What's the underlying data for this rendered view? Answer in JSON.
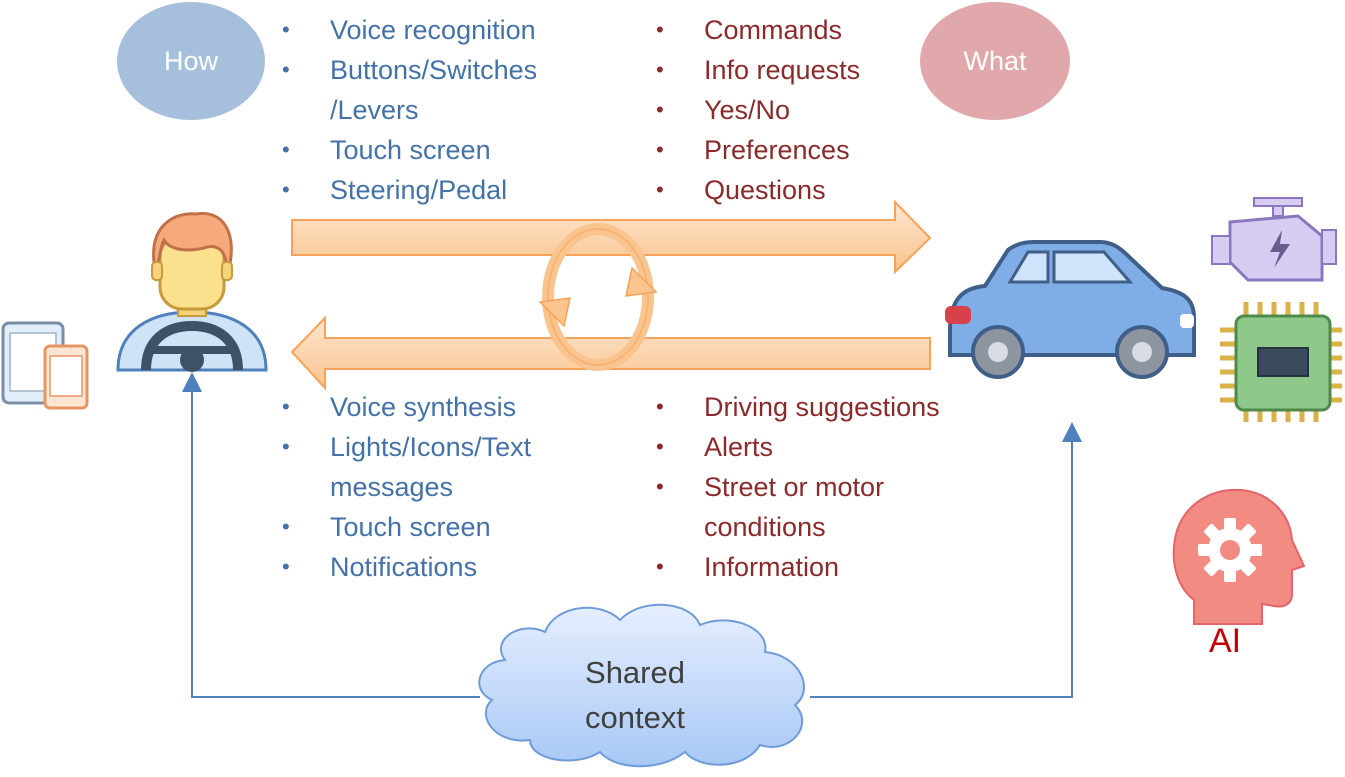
{
  "how_label": "How",
  "what_label": "What",
  "input_how": [
    "Voice recognition",
    "Buttons/Switches",
    "/Levers",
    "Touch screen",
    "Steering/Pedal"
  ],
  "input_what": [
    "Commands",
    "Info requests",
    "Yes/No",
    "Preferences",
    "Questions"
  ],
  "output_how": [
    "Voice synthesis",
    "Lights/Icons/Text",
    "messages",
    "Touch screen",
    "Notifications"
  ],
  "output_what": [
    "Driving suggestions",
    "Alerts",
    "Street or motor",
    "conditions",
    "Information"
  ],
  "cloud_line1": "Shared",
  "cloud_line2": "context",
  "ai_label": "AI",
  "colors": {
    "how": "#a6bfdc",
    "what": "#e0a8aa",
    "blue_text": "#4472a8",
    "red_text": "#8b2a2a",
    "arrow_fill": "#fbd2a8",
    "arrow_stroke": "#f5a25a",
    "connector": "#4f81bd",
    "ai": "#c00000"
  },
  "icons": [
    "driver-icon",
    "tablet-phone-icon",
    "car-icon",
    "engine-icon",
    "chip-icon",
    "ai-head-icon",
    "cycle-icon",
    "cloud-icon"
  ]
}
